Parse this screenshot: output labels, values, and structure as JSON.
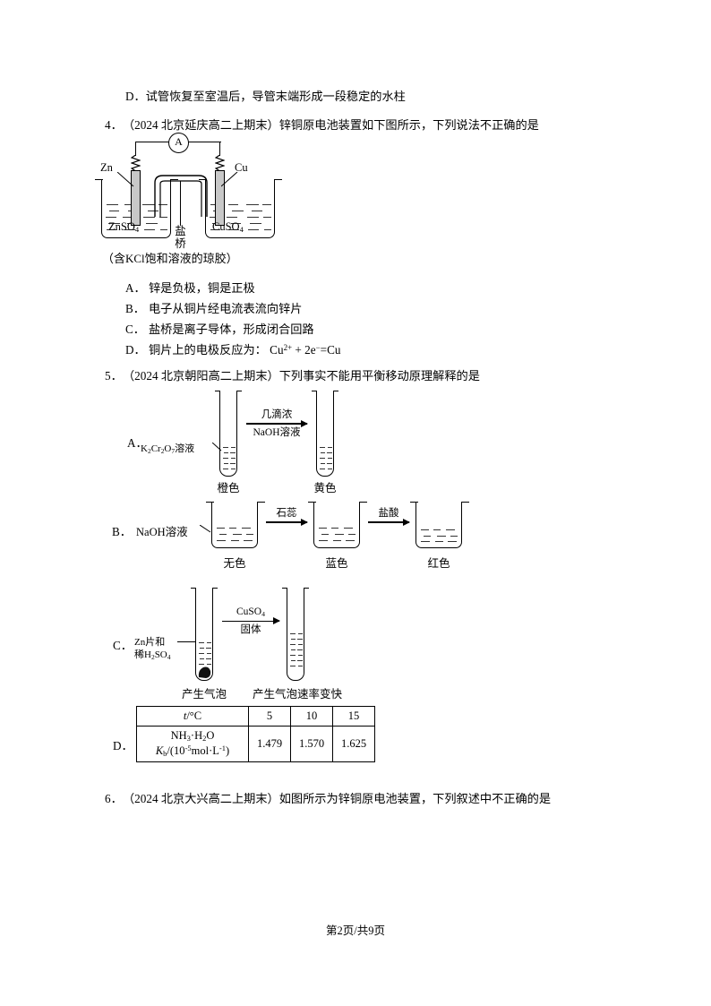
{
  "document": {
    "footer": "第2页/共9页"
  },
  "q3_tail": {
    "option_d": "D．试管恢复至室温后，导管末端形成一段稳定的水柱"
  },
  "q4": {
    "number": "4．",
    "stem": "（2024 北京延庆高二上期末）锌铜原电池装置如下图所示，下列说法不正确的是",
    "figure": {
      "ammeter_label": "A",
      "left_electrode": "Zn",
      "right_electrode": "Cu",
      "left_solution": "ZnSO",
      "left_solution_sub": "4",
      "right_solution": "CuSO",
      "right_solution_sub": "4",
      "salt_bridge_label": "盐桥",
      "salt_bridge_note": "（含KCl饱和溶液的琼胶）"
    },
    "options": [
      {
        "tag": "A．",
        "text": "锌是负极，铜是正极"
      },
      {
        "tag": "B．",
        "text": "电子从铜片经电流表流向锌片"
      },
      {
        "tag": "C．",
        "text": "盐桥是离子导体，形成闭合回路"
      },
      {
        "tag": "D．",
        "text": "铜片上的电极反应为："
      }
    ],
    "option_d_equation": {
      "species": "Cu",
      "charge": "2+",
      "plus": "+ 2e",
      "electron_sup": "−",
      "result": "=Cu"
    }
  },
  "q5": {
    "number": "5．",
    "stem": "（2024 北京朝阳高二上期末）下列事实不能用平衡移动原理解释的是",
    "option_a": {
      "tag": "A．",
      "left_label_main": "K",
      "left_label": "K2Cr2O7溶液",
      "arrow_top": "几滴浓",
      "arrow_bottom": "NaOH溶液",
      "left_caption": "橙色",
      "right_caption": "黄色"
    },
    "option_b": {
      "tag": "B．",
      "left_label": "NaOH溶液",
      "arrow1": "石蕊",
      "arrow2": "盐酸",
      "caption1": "无色",
      "caption2": "蓝色",
      "caption3": "红色"
    },
    "option_c": {
      "tag": "C．",
      "left_label_line1": "Zn片和",
      "left_label_line2": "稀H2SO4",
      "arrow_top": "CuSO4",
      "arrow_bottom": "固体",
      "caption1": "产生气泡",
      "caption2": "产生气泡速率变快"
    },
    "option_d": {
      "tag": "D．",
      "table": {
        "header_cell": "t/°C",
        "row_label_line1": "NH3·H2O",
        "row_label_line2": "Kb/(10−5mol·L−1)",
        "temperatures": [
          "5",
          "10",
          "15"
        ],
        "kb_values": [
          "1.479",
          "1.570",
          "1.625"
        ]
      }
    }
  },
  "q6": {
    "number": "6．",
    "stem": "（2024 北京大兴高二上期末）如图所示为锌铜原电池装置，下列叙述中不正确的是"
  }
}
